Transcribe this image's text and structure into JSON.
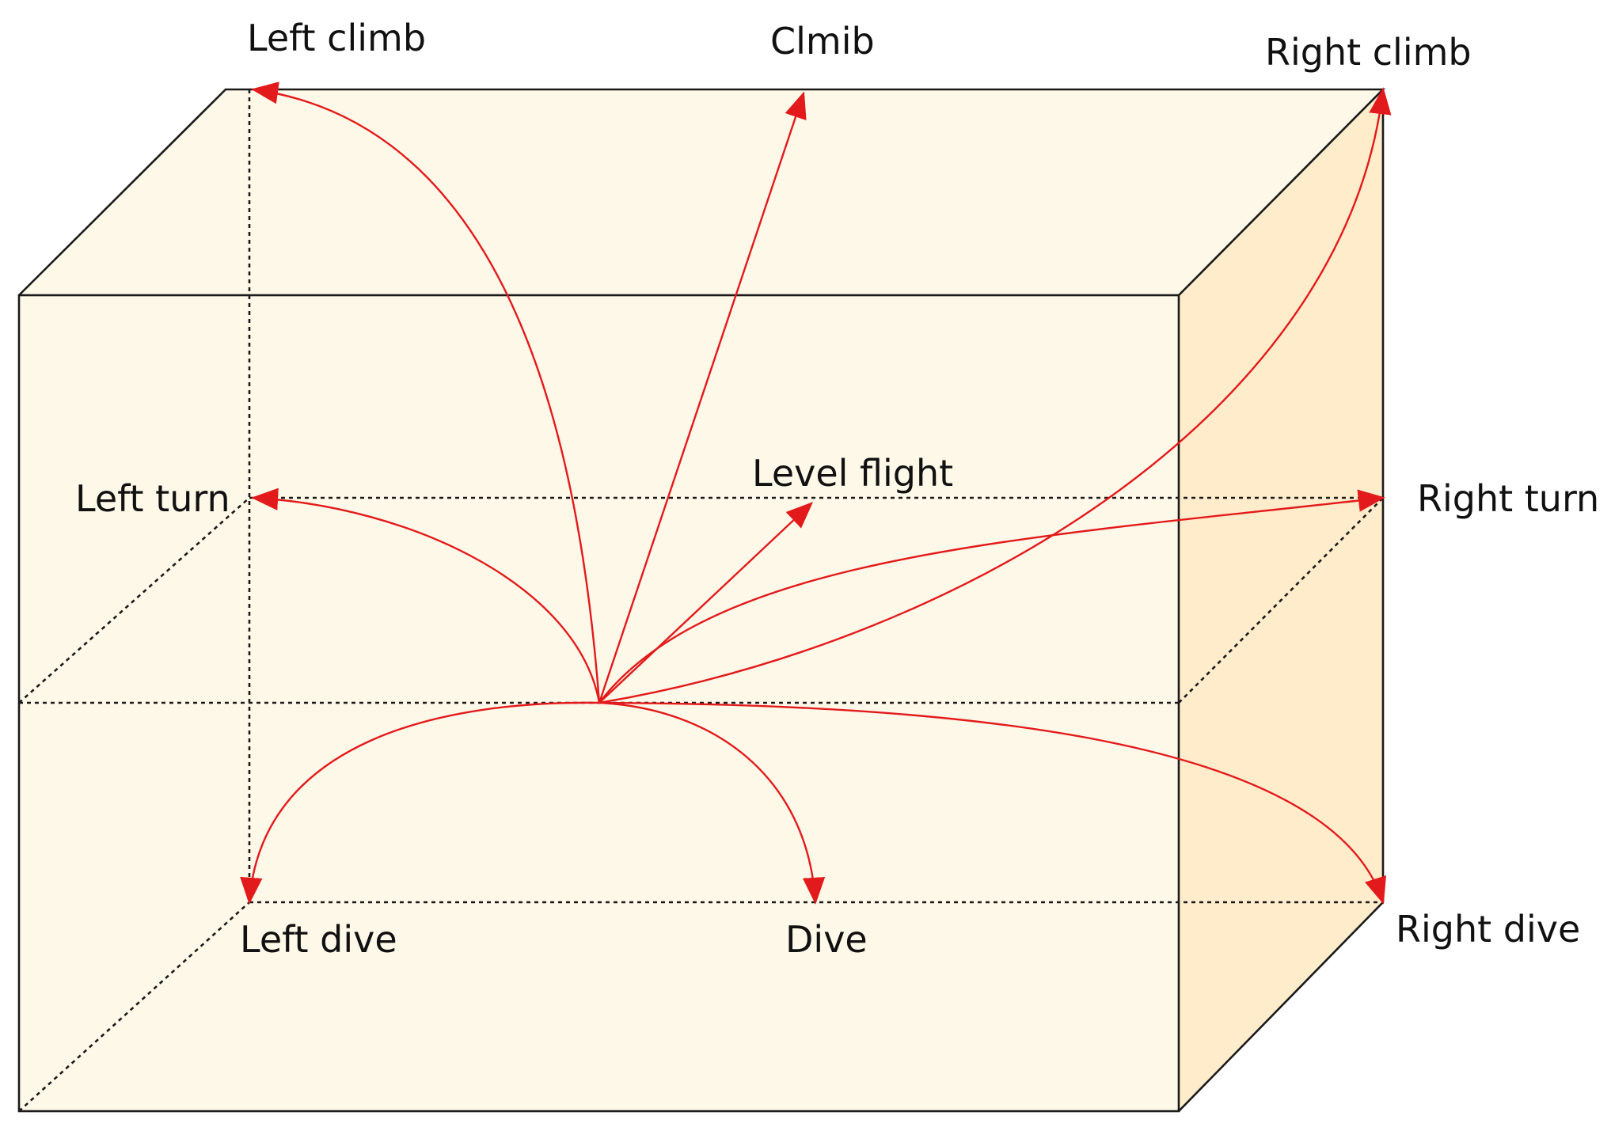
{
  "labels": {
    "left_climb": "Left climb",
    "climb": "Clmib",
    "right_climb": "Right climb",
    "level_flight": "Level flight",
    "left_turn": "Left turn",
    "right_turn": "Right turn",
    "left_dive": "Left dive",
    "dive": "Dive",
    "right_dive": "Right dive"
  },
  "colors": {
    "box_front": "#fef8e8",
    "box_top": "#fef8e8",
    "box_side": "#feeccb",
    "arrow": "#e31a1c",
    "edge": "#1a1a1a"
  }
}
